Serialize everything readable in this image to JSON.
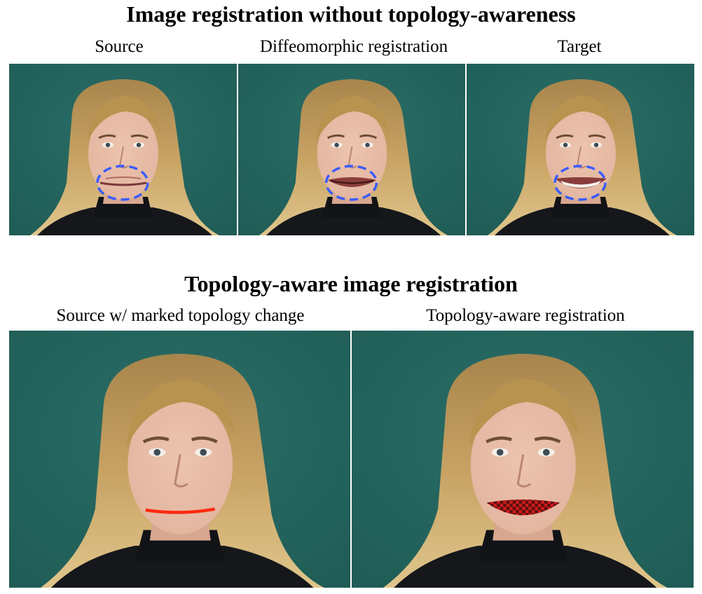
{
  "section_top": {
    "title": "Image registration without topology-awareness",
    "columns": [
      {
        "label": "Source"
      },
      {
        "label": "Diffeomorphic registration"
      },
      {
        "label": "Target"
      }
    ]
  },
  "section_bottom": {
    "title": "Topology-aware image registration",
    "columns": [
      {
        "label": "Source w/ marked topology change"
      },
      {
        "label": "Topology-aware registration"
      }
    ]
  },
  "colors": {
    "background": "#1f5b55",
    "hair": "#c7a263",
    "skin": "#e2b59f",
    "sweater": "#15171b",
    "dashed_ellipse": "#3a5cff",
    "topology_line": "#ff2a10",
    "checker_dark": "#5a0f0f",
    "checker_red": "#cf1b1b"
  }
}
